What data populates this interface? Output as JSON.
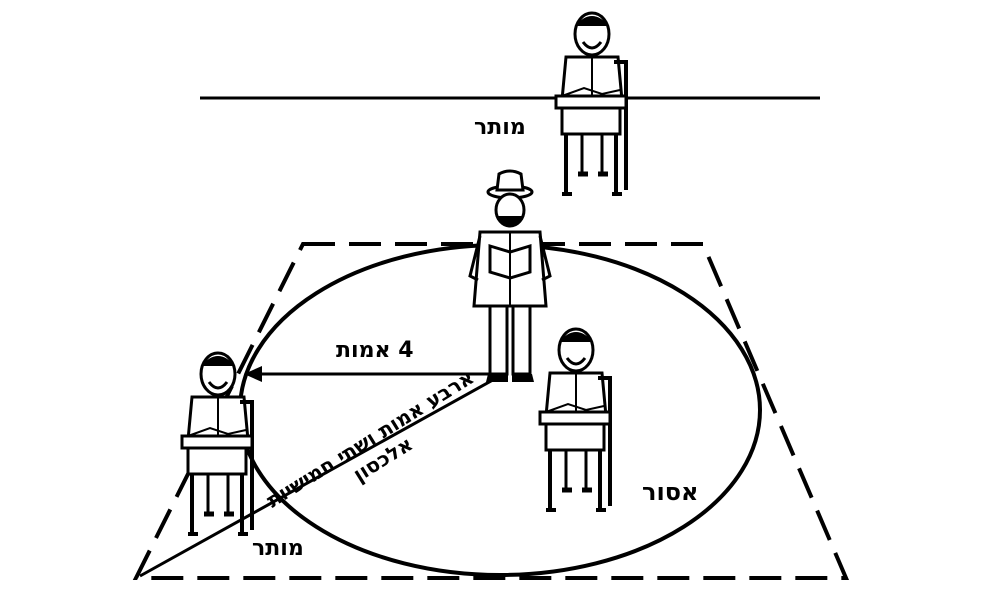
{
  "labels": {
    "top_allowed": "מותר",
    "four_amot": "4 אמות",
    "diagonal_line1": "ארבע אמות ושתי חמישיות",
    "diagonal_line2": "אלכסון",
    "bottom_allowed": "מותר",
    "forbidden": "אסור"
  },
  "figures": [
    {
      "icon": "seated-man-at-desk-icon",
      "role": "outside-area"
    },
    {
      "icon": "standing-man-praying-icon",
      "role": "center"
    },
    {
      "icon": "seated-man-at-desk-icon",
      "role": "inside-circle"
    },
    {
      "icon": "seated-man-at-desk-icon",
      "role": "square-corner"
    }
  ]
}
